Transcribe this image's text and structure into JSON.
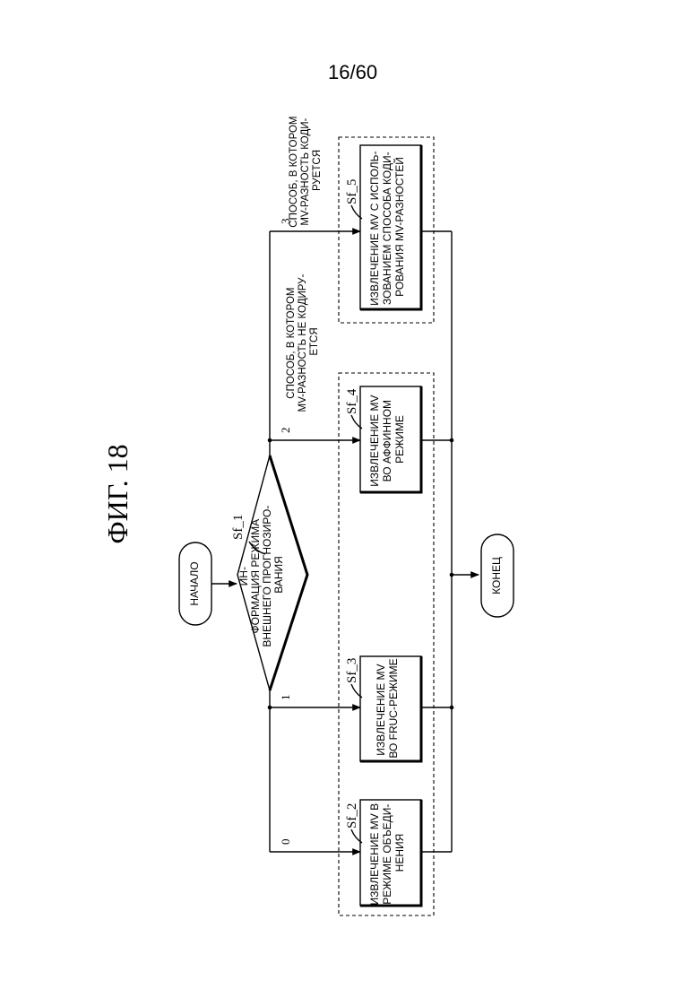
{
  "page_number": "16/60",
  "figure_title": "ФИГ. 18",
  "start": "НАЧАЛО",
  "end": "КОНЕЦ",
  "decision": {
    "ref": "Sf_1",
    "lines": [
      "ИН-",
      "ФОРМАЦИЯ РЕЖИМА",
      "ВНЕШНЕГО ПРОГНОЗИРО-",
      "ВАНИЯ"
    ]
  },
  "branches": [
    {
      "value": "0",
      "ref": "Sf_2",
      "lines": [
        "ИЗВЛЕЧЕНИЕ MV В",
        "РЕЖИМЕ ОБЪЕДИ-",
        "НЕНИЯ"
      ]
    },
    {
      "value": "1",
      "ref": "Sf_3",
      "lines": [
        "ИЗВЛЕЧЕНИЕ MV",
        "ВО FRUC-РЕЖИМЕ"
      ]
    },
    {
      "value": "2",
      "ref": "Sf_4",
      "lines": [
        "ИЗВЛЕЧЕНИЕ MV",
        "ВО АФФИННОМ",
        "РЕЖИМЕ"
      ]
    },
    {
      "value": "3",
      "ref": "Sf_5",
      "lines": [
        "ИЗВЛЕЧЕНИЕ MV С ИСПОЛЬ-",
        "ЗОВАНИЕМ СПОСОБА КОДИ-",
        "РОВАНИЯ MV-РАЗНОСТЕЙ"
      ]
    }
  ],
  "group_labels": {
    "not_coded": [
      "СПОСОБ, В КОТОРОМ",
      "MV-РАЗНОСТЬ НЕ КОДИРУ-",
      "ЕТСЯ"
    ],
    "coded": [
      "СПОСОБ, В КОТОРОМ",
      "MV-РАЗНОСТЬ КОДИ-",
      "РУЕТСЯ"
    ]
  }
}
